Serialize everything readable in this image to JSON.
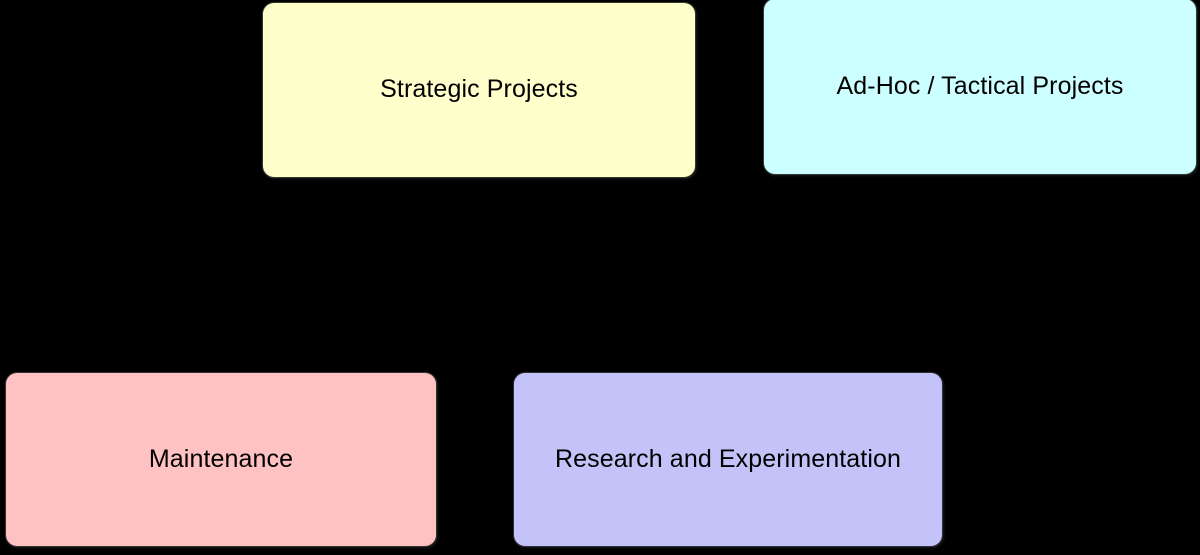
{
  "diagram": {
    "background_color": "#000000",
    "text_color": "#000000",
    "nodes": [
      {
        "id": "strategic-projects",
        "label": "Strategic Projects",
        "fill_color": "#ffffcc",
        "quadrant": "top-left"
      },
      {
        "id": "adhoc-tactical-projects",
        "label": "Ad-Hoc / Tactical Projects",
        "fill_color": "#ccffff",
        "quadrant": "top-right"
      },
      {
        "id": "maintenance",
        "label": "Maintenance",
        "fill_color": "#ffc2c2",
        "quadrant": "bottom-left"
      },
      {
        "id": "research-experimentation",
        "label": "Research and Experimentation",
        "fill_color": "#c3c3f9",
        "quadrant": "bottom-right"
      }
    ]
  }
}
